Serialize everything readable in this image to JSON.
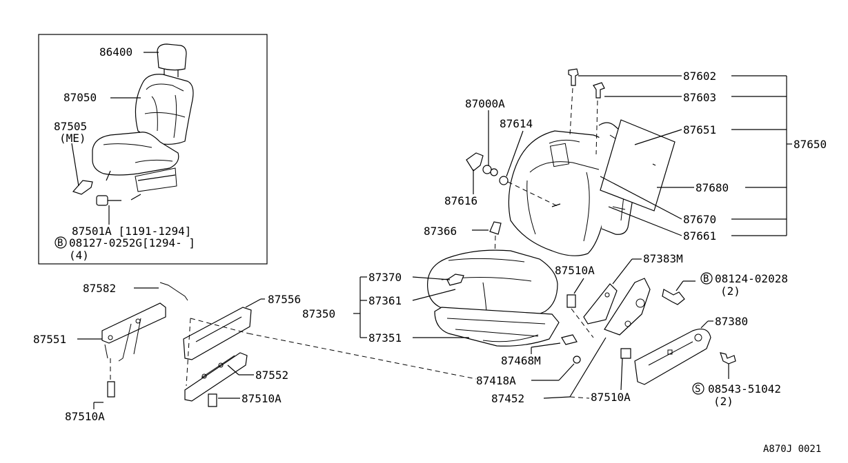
{
  "labels": {
    "86400": "86400",
    "87050": "87050",
    "87505": "87505",
    "87505_sub": "(ME)",
    "87501A": "87501A [1191-1294]",
    "b_08127": "08127-0252G[1294-     ]",
    "b_08127_qty": "(4)",
    "87000A": "87000A",
    "87614": "87614",
    "87616": "87616",
    "87366": "87366",
    "87602": "87602",
    "87603": "87603",
    "87651": "87651",
    "87650": "87650",
    "87680": "87680",
    "87670": "87670",
    "87661": "87661",
    "87582": "87582",
    "87551": "87551",
    "87556": "87556",
    "87552": "87552",
    "87510A_left": "87510A",
    "87510A_mid": "87510A",
    "87370": "87370",
    "87361": "87361",
    "87350": "87350",
    "87351": "87351",
    "87510A_top": "87510A",
    "87383M": "87383M",
    "b_08124": "08124-02028",
    "b_08124_qty": "(2)",
    "87468M": "87468M",
    "87418A": "87418A",
    "87452": "87452",
    "87510A_right": "87510A",
    "87380": "87380",
    "s_08543": "08543-51042",
    "s_08543_qty": "(2)",
    "ref": "A870J 0021"
  },
  "circled": {
    "b": "B",
    "s": "S"
  }
}
